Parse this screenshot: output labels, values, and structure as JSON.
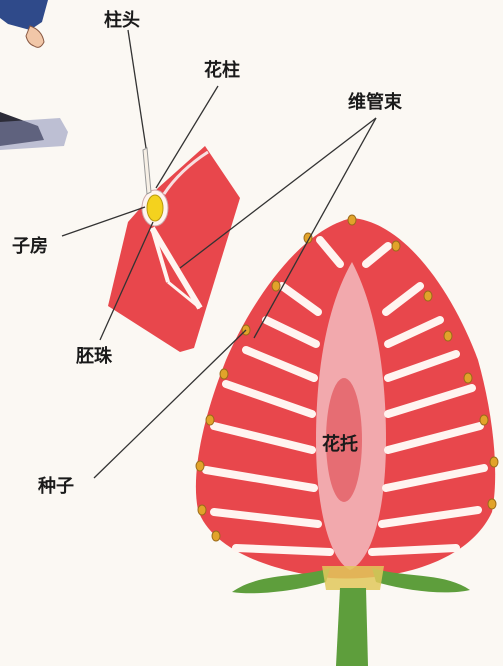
{
  "labels": {
    "stigma": "柱头",
    "style": "花柱",
    "vascular_bundle": "维管束",
    "ovary": "子房",
    "ovule": "胚珠",
    "seed": "种子",
    "receptacle": "花托"
  },
  "colors": {
    "flesh": "#e8474c",
    "flesh_dark": "#d63a40",
    "core": "#f2a9ad",
    "core_center": "#e25a60",
    "bundle_white": "#fff4f0",
    "seed": "#e2a32a",
    "calyx": "#5e9e3c",
    "ovule": "#f4d21e",
    "leader_line": "#333333"
  },
  "icons": [
    "figure-hand-icon",
    "figure-shoe-icon"
  ]
}
